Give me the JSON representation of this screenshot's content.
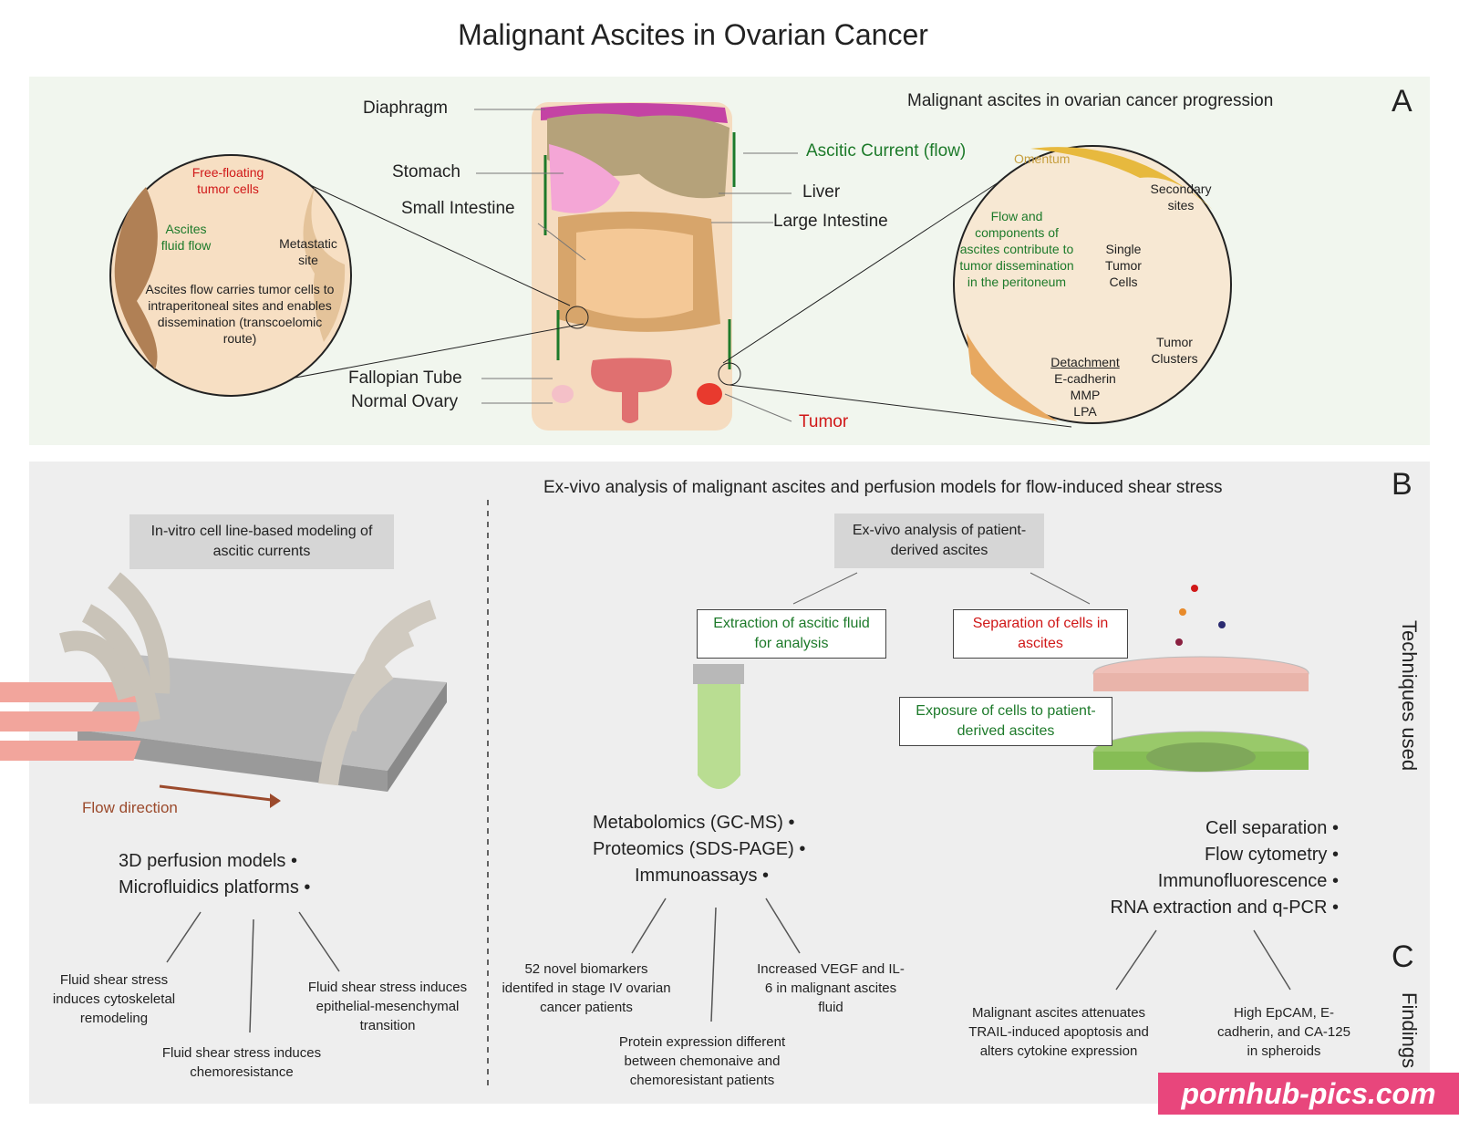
{
  "title": "Malignant Ascites in Ovarian Cancer",
  "panel_a": {
    "letter": "A",
    "subtitle": "Malignant ascites in ovarian cancer progression",
    "anatomy": {
      "diaphragm": "Diaphragm",
      "stomach": "Stomach",
      "small_intestine": "Small Intestine",
      "fallopian_tube": "Fallopian Tube",
      "normal_ovary": "Normal Ovary",
      "ascitic_current": "Ascitic Current (flow)",
      "liver": "Liver",
      "large_intestine": "Large Intestine",
      "tumor": "Tumor"
    },
    "left_circle": {
      "free_floating": "Free-floating tumor cells",
      "fluid_flow": "Ascites fluid flow",
      "metastatic_site": "Metastatic site",
      "description": "Ascites flow carries tumor cells to intraperitoneal sites and enables dissemination (transcoelomic route)"
    },
    "right_circle": {
      "omentum": "Omentum",
      "secondary_sites": "Secondary sites",
      "flow_components": "Flow and components of ascites contribute to tumor dissemination in the peritoneum",
      "single_cells": "Single Tumor Cells",
      "clusters": "Tumor Clusters",
      "detachment_heading": "Detachment",
      "detachment_factors": [
        "E-cadherin",
        "MMP",
        "LPA"
      ]
    }
  },
  "panel_b": {
    "letter": "B",
    "subtitle": "Ex-vivo analysis of malignant ascites and perfusion models for flow-induced shear stress",
    "side_label_b": "Techniques used",
    "invitro_box": "In-vitro cell line-based modeling of ascitic currents",
    "flow_direction": "Flow direction",
    "invitro_bullets": [
      "3D perfusion models",
      "Microfluidics platforms"
    ],
    "exvivo_box": "Ex-vivo analysis of patient-derived ascites",
    "extraction_box": "Extraction of ascitic fluid for analysis",
    "separation_box": "Separation of cells in ascites",
    "exposure_box": "Exposure of cells to patient-derived ascites",
    "extraction_bullets": [
      "Metabolomics (GC-MS)",
      "Proteomics (SDS-PAGE)",
      "Immunoassays"
    ],
    "separation_bullets": [
      "Cell separation",
      "Flow cytometry",
      "Immunofluorescence",
      "RNA extraction and q-PCR"
    ]
  },
  "panel_c": {
    "letter": "C",
    "side_label": "Findings",
    "invitro_findings": [
      "Fluid shear stress induces cytoskeletal remodeling",
      "Fluid shear stress induces chemoresistance",
      "Fluid shear stress induces epithelial-mesenchymal transition"
    ],
    "extraction_findings": [
      "52 novel biomarkers identifed in stage IV ovarian cancer patients",
      "Protein expression different between chemonaive and chemoresistant patients",
      "Increased VEGF and IL-6 in malignant ascites fluid"
    ],
    "separation_findings": [
      "Malignant ascites attenuates TRAIL-induced apoptosis and alters cytokine expression",
      "High EpCAM, E-cadherin, and CA-125 in spheroids"
    ]
  },
  "watermark": "pornhub-pics.com",
  "colors": {
    "panel_a_bg": "#f1f6ee",
    "panel_b_bg": "#eeeeee",
    "flow_green": "#1d7a2a",
    "tumor_red": "#d01818",
    "label_box_grey": "#d6d6d6"
  }
}
